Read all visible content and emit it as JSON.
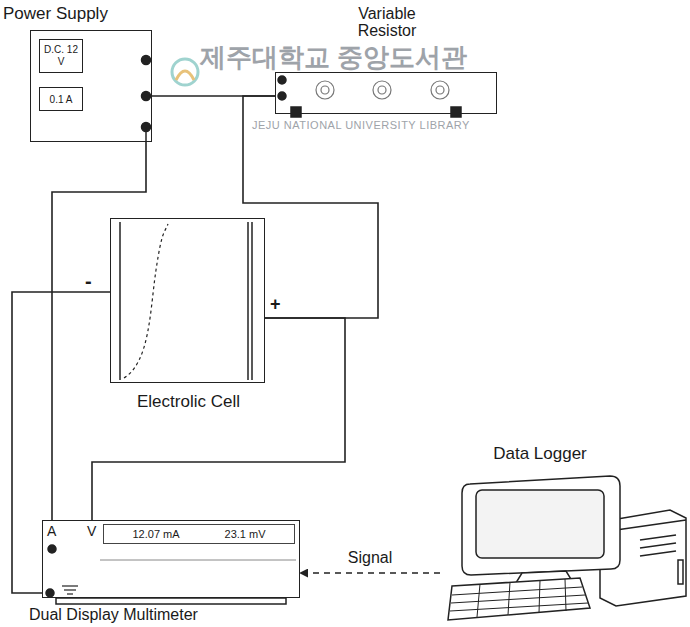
{
  "diagram": {
    "nodes": [
      {
        "text": [
          "Power Supply"
        ]
      },
      {
        "text": [
          "D.C. 12 V"
        ],
        "in": 0
      },
      {
        "text": [
          "0.1 A"
        ],
        "in": 0
      },
      {
        "text": [
          "Variable Resistor"
        ]
      },
      {
        "text": [
          "Electrolic Cell"
        ]
      },
      {
        "text": [
          "Dual Display Multimeter"
        ]
      },
      {
        "text": [
          "12.07 mA",
          "23.1 mV"
        ],
        "in": 5
      },
      {
        "text": [
          "Data Logger"
        ]
      }
    ],
    "edges": [
      {
        "from": 0,
        "to": 3,
        "arrow": "none"
      },
      {
        "from": 0,
        "to": 5,
        "arrow": "none"
      },
      {
        "from": 3,
        "to": 4,
        "arrow": "none"
      },
      {
        "from": 4,
        "to": 5,
        "arrow": "none"
      },
      {
        "from": 4,
        "to": 5,
        "arrow": "none"
      },
      {
        "from": 7,
        "to": 5,
        "label": "Signal",
        "arrow": "to"
      }
    ],
    "labels": [
      "제주대학교 중앙도서관",
      "JEJU NATIONAL UNIVERSITY LIBRARY",
      "-",
      "+",
      "A",
      "V"
    ]
  }
}
